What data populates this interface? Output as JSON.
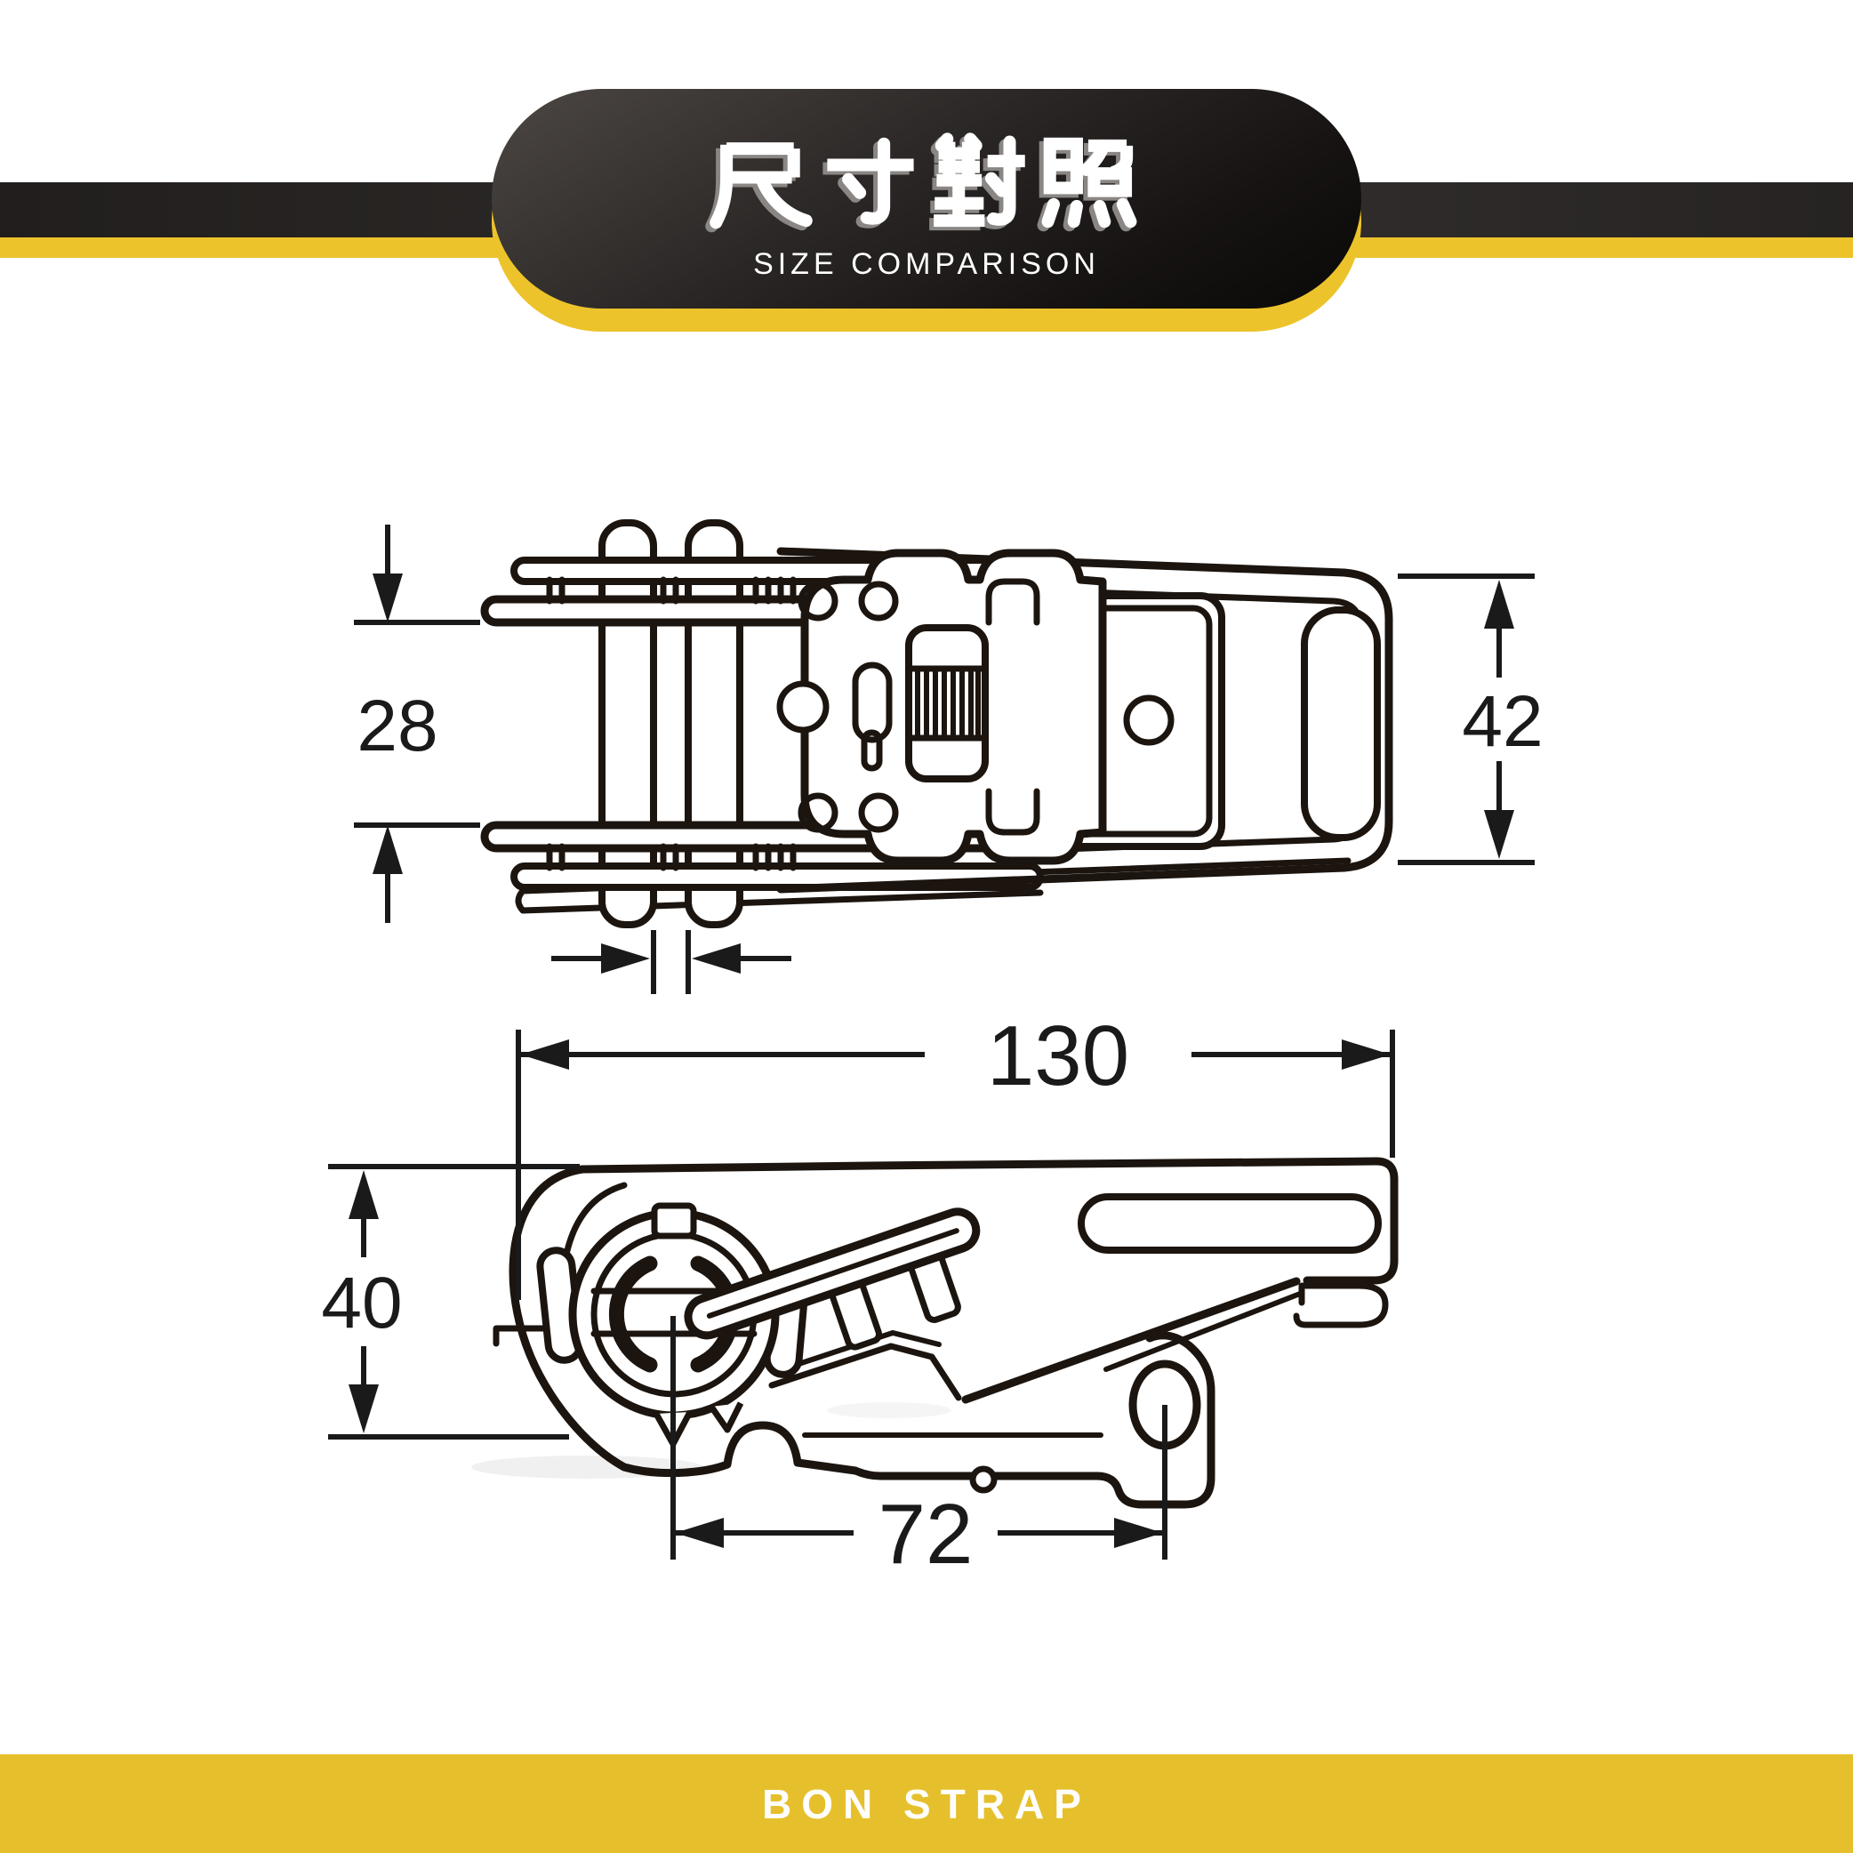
{
  "header": {
    "title": "尺寸對照",
    "subtitle": "SIZE COMPARISON",
    "banner": {
      "gradient_start": "#4c4743",
      "gradient_end": "#0a0908",
      "offset_shadow_color": "#ecc32b"
    },
    "stripe": {
      "dark": "#282523",
      "yellow": "#ecc32b"
    }
  },
  "diagram": {
    "line_color": "#1c150f",
    "dimension_color": "#1a1a1a",
    "views": [
      {
        "id": "top-view",
        "description": "ratchet buckle top view"
      },
      {
        "id": "side-view",
        "description": "ratchet buckle side view"
      }
    ],
    "dims": {
      "d28": "28",
      "d42": "42",
      "d130": "130",
      "d40": "40",
      "d72": "72"
    }
  },
  "footer": {
    "brand": "BON STRAP",
    "background": "#e6c02c",
    "text_color": "#ffffff"
  }
}
